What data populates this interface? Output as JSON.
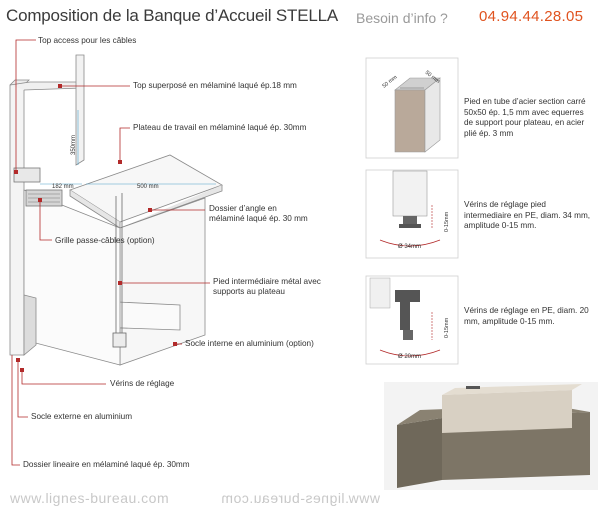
{
  "header": {
    "title": "Composition de la Banque d’Accueil STELLA",
    "info_label": "Besoin d’info ?",
    "phone": "04.94.44.28.05"
  },
  "labels": {
    "top_access": "Top access pour les câbles",
    "top_superpose": "Top superposé en mélaminé laqué ép.18 mm",
    "plateau": "Plateau de travail en mélaminé laqué ép. 30mm",
    "dossier_angle_1": "Dossier d’angle en",
    "dossier_angle_2": "mélaminé laqué ép. 30 mm",
    "grille": "Grille passe-câbles (option)",
    "pied_1": "Pied intermédiaire métal avec",
    "pied_2": "supports au plateau",
    "socle_interne": "Socle interne en aluminium (option)",
    "verins": "Vérins de réglage",
    "socle_externe": "Socle externe en aluminium",
    "dossier_lineaire": "Dossier lineaire en mélaminé laqué ép. 30mm"
  },
  "dimensions": {
    "d350": "350mm",
    "d182": "182 mm",
    "d500": "500 mm",
    "d50a": "50 mm",
    "d50b": "50 mm",
    "d34": "Ø 34mm",
    "d015a": "0-15mm",
    "d20": "Ø 20mm",
    "d015b": "0-15mm"
  },
  "details": {
    "pied_tube": "Pied en tube d’acier section carré 50x50 ép. 1,5 mm avec equerres de support pour plateau, en acier plié ép. 3 mm",
    "verins_pied": "Vérins de réglage pied intermediaire en PE, diam. 34 mm, amplitude 0-15 mm.",
    "verins_pe": "Vérins de réglage en PE, diam. 20 mm, amplitude 0-15 mm."
  },
  "footer": {
    "url": "www.lignes-bureau.com",
    "url_mirror": "www.lignes-bureau.com"
  },
  "colors": {
    "accent": "#e0531f",
    "leader": "#b22a2a",
    "desk_taupe": "#7d7566",
    "desk_top": "#d8d0c3"
  }
}
